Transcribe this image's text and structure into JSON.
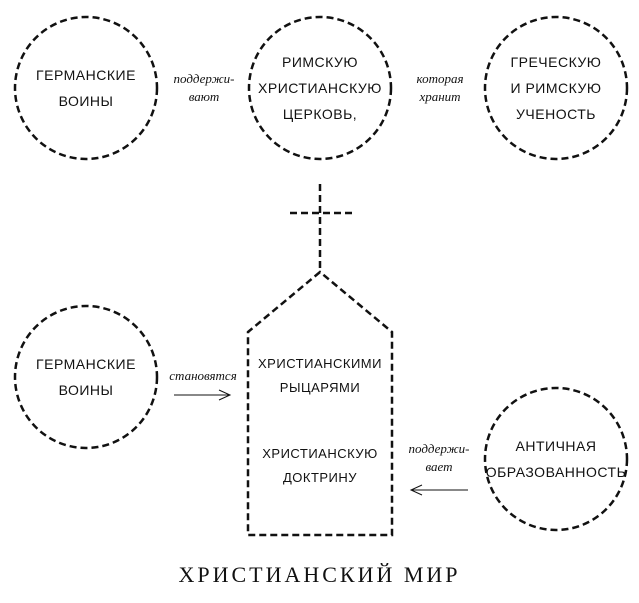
{
  "nodes": {
    "germanic_warriors_top": [
      "ГЕРМАНСКИЕ",
      "ВОИНЫ"
    ],
    "roman_church": [
      "РИМСКУЮ",
      "ХРИСТИАНСКУЮ",
      "ЦЕРКОВЬ,"
    ],
    "greek_roman_learning": [
      "ГРЕЧЕСКУЮ",
      "И РИМСКУЮ",
      "УЧЕНОСТЬ"
    ],
    "germanic_warriors_bottom": [
      "ГЕРМАНСКИЕ",
      "ВОИНЫ"
    ],
    "antique_education": [
      "АНТИЧНАЯ",
      "ОБРАЗОВАННОСТЬ"
    ]
  },
  "connectors": {
    "support_top": [
      "поддержи-",
      "вают"
    ],
    "which_keeps": [
      "которая",
      "хранит"
    ],
    "become": [
      "становятся"
    ],
    "supports_bottom": [
      "поддержи-",
      "вает"
    ]
  },
  "church": {
    "line1": [
      "ХРИСТИАНСКИМИ",
      "РЫЦАРЯМИ"
    ],
    "line2": [
      "ХРИСТИАНСКУЮ",
      "ДОКТРИНУ"
    ]
  },
  "title": "ХРИСТИАНСКИЙ МИР"
}
